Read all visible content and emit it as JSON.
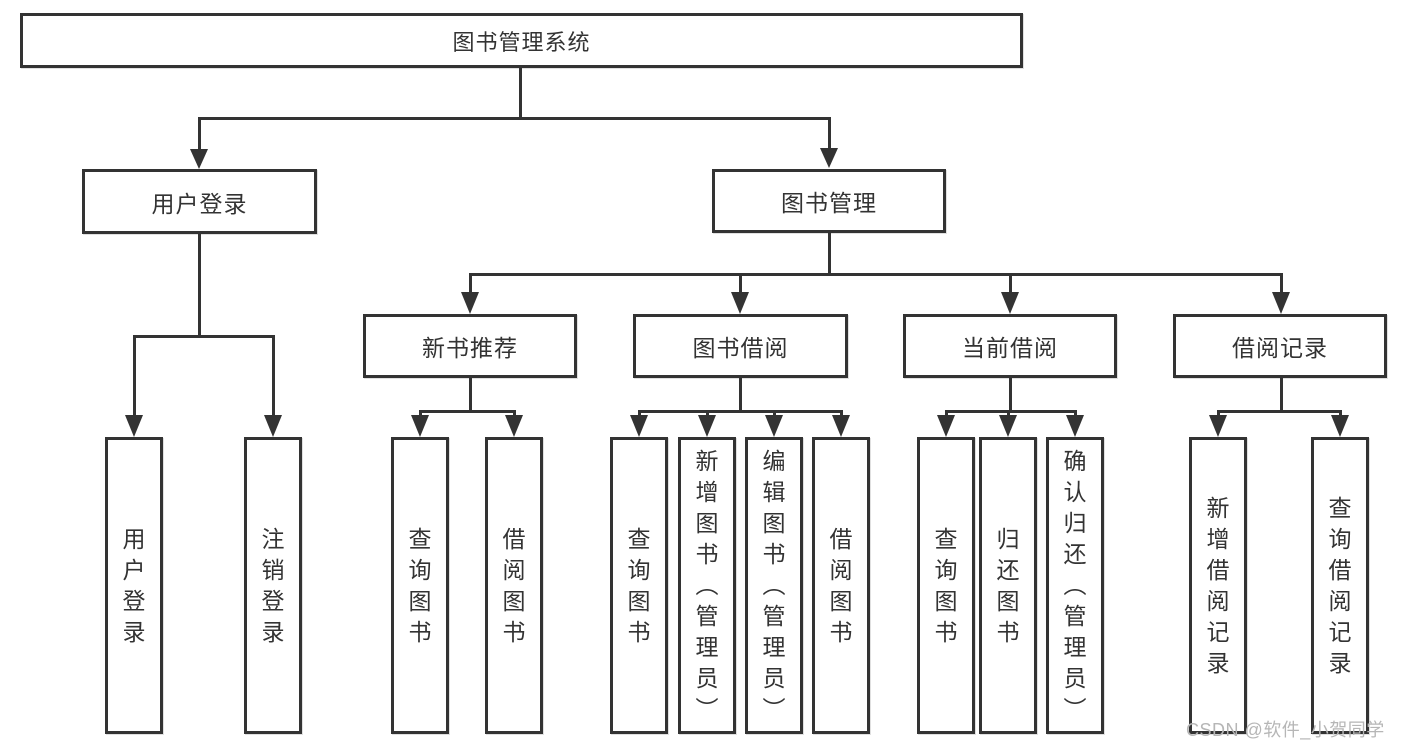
{
  "diagram_title": "图书管理系统",
  "tree": {
    "root": {
      "label": "图书管理系统",
      "children": [
        {
          "label": "用户登录",
          "children": [
            {
              "label": "用户登录"
            },
            {
              "label": "注销登录"
            }
          ]
        },
        {
          "label": "图书管理",
          "children": [
            {
              "label": "新书推荐",
              "children": [
                {
                  "label": "查询图书"
                },
                {
                  "label": "借阅图书"
                }
              ]
            },
            {
              "label": "图书借阅",
              "children": [
                {
                  "label": "查询图书"
                },
                {
                  "label": "新增图书（管理员）"
                },
                {
                  "label": "编辑图书（管理员）"
                },
                {
                  "label": "借阅图书"
                }
              ]
            },
            {
              "label": "当前借阅",
              "children": [
                {
                  "label": "查询图书"
                },
                {
                  "label": "归还图书"
                },
                {
                  "label": "确认归还（管理员）"
                }
              ]
            },
            {
              "label": "借阅记录",
              "children": [
                {
                  "label": "新增借阅记录"
                },
                {
                  "label": "查询借阅记录"
                }
              ]
            }
          ]
        }
      ]
    }
  },
  "watermark": {
    "text": "CSDN @软件_小贺同学"
  },
  "colors": {
    "line": "#333333",
    "text": "#333333",
    "background": "#ffffff",
    "watermark": "#b6b6b6"
  }
}
